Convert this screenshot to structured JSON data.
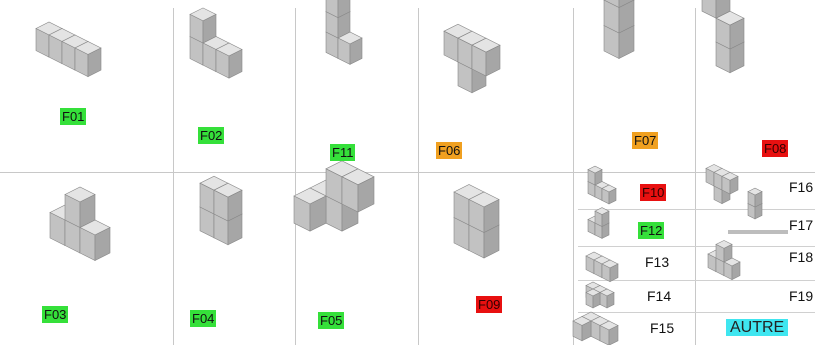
{
  "pieces": [
    {
      "id": "F01",
      "label": "F01",
      "color": "green"
    },
    {
      "id": "F02",
      "label": "F02",
      "color": "green"
    },
    {
      "id": "F11",
      "label": "F11",
      "color": "green"
    },
    {
      "id": "F06",
      "label": "F06",
      "color": "orange"
    },
    {
      "id": "F07",
      "label": "F07",
      "color": "orange"
    },
    {
      "id": "F08",
      "label": "F08",
      "color": "red"
    },
    {
      "id": "F03",
      "label": "F03",
      "color": "green"
    },
    {
      "id": "F04",
      "label": "F04",
      "color": "green"
    },
    {
      "id": "F05",
      "label": "F05",
      "color": "green"
    },
    {
      "id": "F09",
      "label": "F09",
      "color": "red"
    },
    {
      "id": "F10",
      "label": "F10",
      "color": "red"
    },
    {
      "id": "F12",
      "label": "F12",
      "color": "green"
    },
    {
      "id": "F13",
      "label": "F13",
      "color": "none"
    },
    {
      "id": "F14",
      "label": "F14",
      "color": "none"
    },
    {
      "id": "F15",
      "label": "F15",
      "color": "none"
    },
    {
      "id": "F16",
      "label": "F16",
      "color": "none"
    },
    {
      "id": "F17",
      "label": "F17",
      "color": "none"
    },
    {
      "id": "F18",
      "label": "F18",
      "color": "none"
    },
    {
      "id": "F19",
      "label": "F19",
      "color": "none"
    },
    {
      "id": "AUTRE",
      "label": "AUTRE",
      "color": "cyan"
    }
  ],
  "colors": {
    "green": "#35e03a",
    "orange": "#f0a020",
    "red": "#e81010",
    "cyan": "#3fe6f0",
    "cube_top": "#e4e4e4",
    "cube_left": "#c2c2c2",
    "cube_right": "#a6a6a6"
  }
}
